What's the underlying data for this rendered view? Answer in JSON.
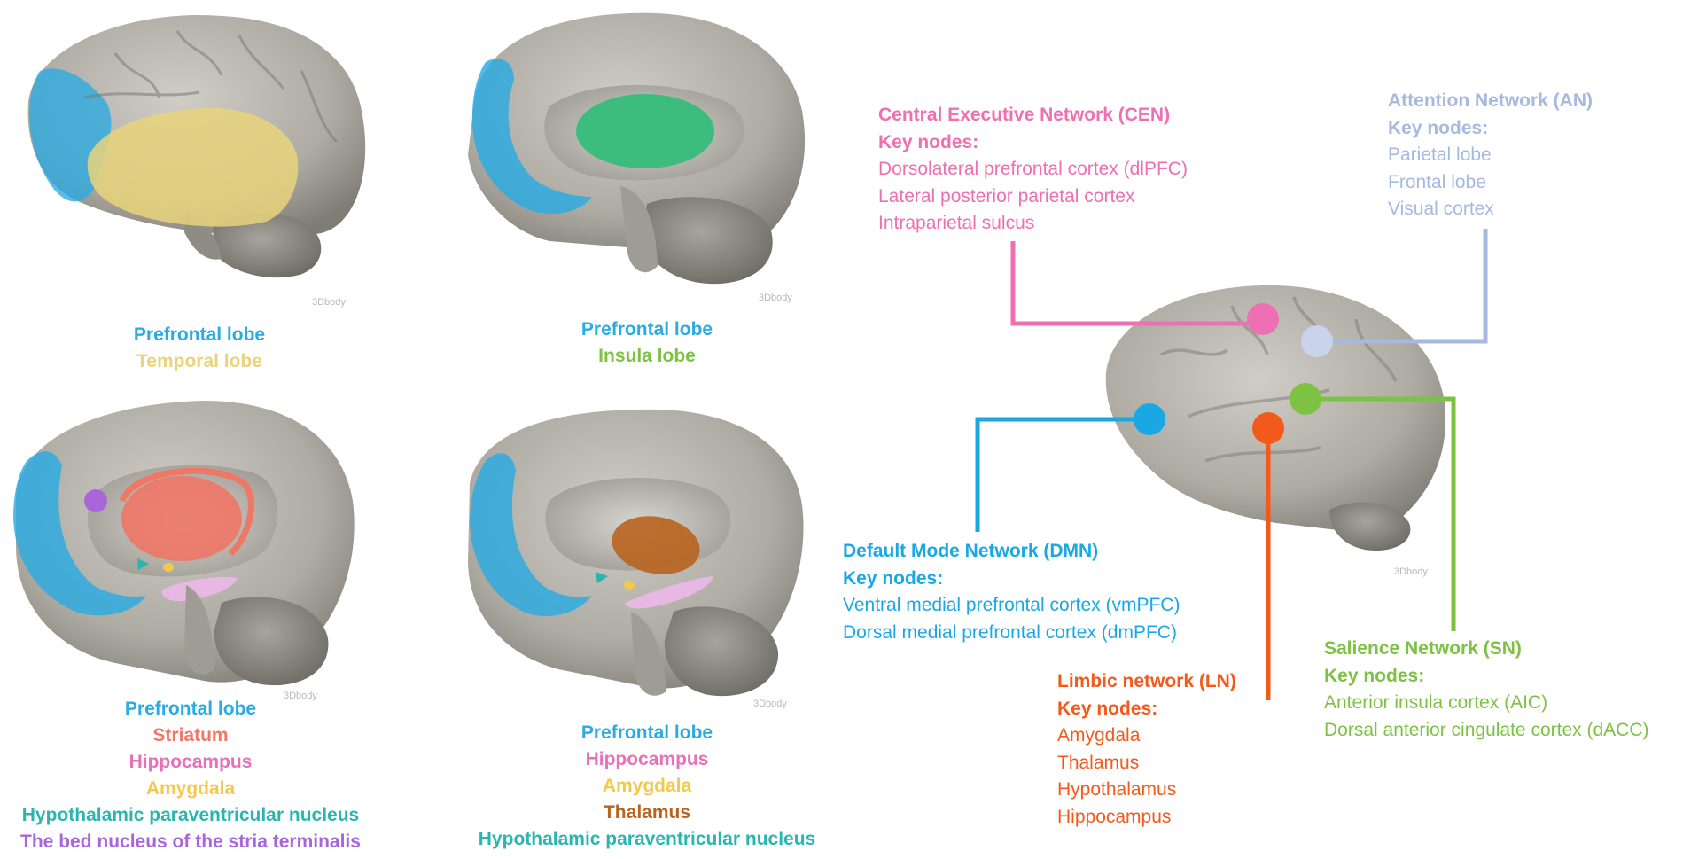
{
  "colors": {
    "prefrontal": "#2AABE2",
    "temporal": "#E8D47A",
    "insula": "#7DC242",
    "striatum": "#EE7766",
    "hippocampus": "#E671B8",
    "amygdala": "#F2C94C",
    "thalamus": "#B8641E",
    "pvn": "#2BB5B0",
    "bnst": "#A966D8",
    "cen": "#EE6FB2",
    "an": "#A6B9E0",
    "dmn": "#1AA8E4",
    "ln": "#F25A1C",
    "sn": "#7DC242",
    "brain": "#b4b2a9"
  },
  "watermark": "3Dbody",
  "panels": [
    {
      "labels": [
        {
          "text": "Prefrontal lobe",
          "color": "#2AABE2"
        },
        {
          "text": "Temporal lobe",
          "color": "#E8D47A"
        }
      ]
    },
    {
      "labels": [
        {
          "text": "Prefrontal lobe",
          "color": "#2AABE2"
        },
        {
          "text": "Insula lobe",
          "color": "#7DC242"
        }
      ]
    },
    {
      "labels": [
        {
          "text": "Prefrontal lobe",
          "color": "#2AABE2"
        },
        {
          "text": "Striatum",
          "color": "#EE7766"
        },
        {
          "text": "Hippocampus",
          "color": "#E671B8"
        },
        {
          "text": "Amygdala",
          "color": "#F2C94C"
        },
        {
          "text": "Hypothalamic paraventricular nucleus",
          "color": "#2BB5B0"
        },
        {
          "text": "The bed nucleus of the stria terminalis",
          "color": "#A966D8"
        }
      ]
    },
    {
      "labels": [
        {
          "text": "Prefrontal lobe",
          "color": "#2AABE2"
        },
        {
          "text": "Hippocampus",
          "color": "#E671B8"
        },
        {
          "text": "Amygdala",
          "color": "#F2C94C"
        },
        {
          "text": "Thalamus",
          "color": "#B8641E"
        },
        {
          "text": "Hypothalamic paraventricular nucleus",
          "color": "#2BB5B0"
        }
      ]
    }
  ],
  "networks": {
    "cen": {
      "title": "Central Executive Network (CEN)",
      "sub": "Key nodes:",
      "nodes": [
        "Dorsolateral prefrontal cortex (dlPFC)",
        "Lateral posterior parietal cortex",
        "Intraparietal sulcus"
      ],
      "color": "#EE6FB2"
    },
    "an": {
      "title": "Attention Network (AN)",
      "sub": "Key nodes:",
      "nodes": [
        "Parietal lobe",
        "Frontal lobe",
        "Visual cortex"
      ],
      "color": "#A6B9E0"
    },
    "dmn": {
      "title": "Default Mode Network (DMN)",
      "sub": "Key nodes:",
      "nodes": [
        "Ventral medial prefrontal cortex (vmPFC)",
        "Dorsal medial prefrontal cortex (dmPFC)"
      ],
      "color": "#1AA8E4"
    },
    "ln": {
      "title": "Limbic network (LN)",
      "sub": "Key nodes:",
      "nodes": [
        "Amygdala",
        "Thalamus",
        "Hypothalamus",
        "Hippocampus"
      ],
      "color": "#F25A1C"
    },
    "sn": {
      "title": "Salience Network (SN)",
      "sub": "Key nodes:",
      "nodes": [
        "Anterior insula cortex (AIC)",
        "Dorsal anterior cingulate cortex (dACC)"
      ],
      "color": "#7DC242"
    }
  }
}
